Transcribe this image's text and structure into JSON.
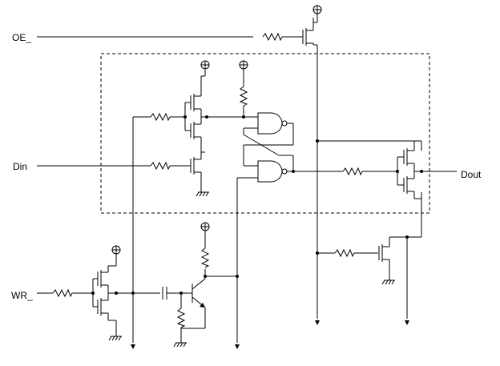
{
  "labels": {
    "oe": "OE_",
    "din": "Din",
    "wr": "WR_",
    "dout": "Dout"
  },
  "symbols": {
    "supply": "vcc-symbol",
    "ground": "ground-symbol",
    "resistor": "resistor-symbol",
    "transistor": "mosfet-symbol",
    "gate": "nand-gate-symbol",
    "capacitor": "capacitor-symbol",
    "npn": "npn-transistor-symbol"
  },
  "colors": {
    "line": "#000000",
    "background": "#ffffff"
  }
}
